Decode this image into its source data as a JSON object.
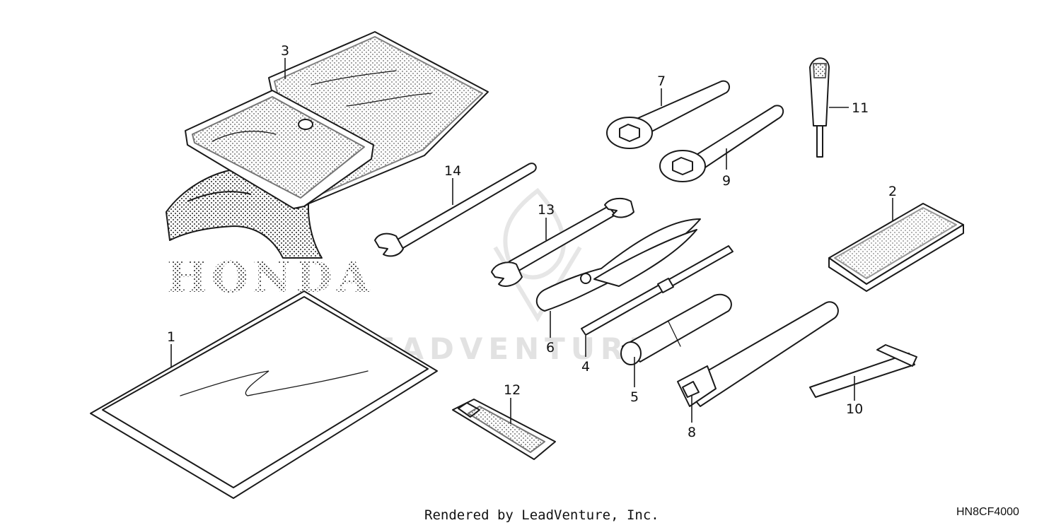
{
  "brand_logo_text": "HONDA",
  "watermark_text": "LEADVENTURE",
  "callouts": [
    "1",
    "2",
    "3",
    "4",
    "5",
    "6",
    "7",
    "8",
    "9",
    "10",
    "11",
    "12",
    "13",
    "14"
  ],
  "footer_credit": "Rendered by LeadVenture, Inc.",
  "diagram_code": "HN8CF4000",
  "colors": {
    "line": "#1a1a1a",
    "stipple": "#4a4a4a",
    "watermark": "#e2e2e2",
    "background": "#ffffff"
  }
}
